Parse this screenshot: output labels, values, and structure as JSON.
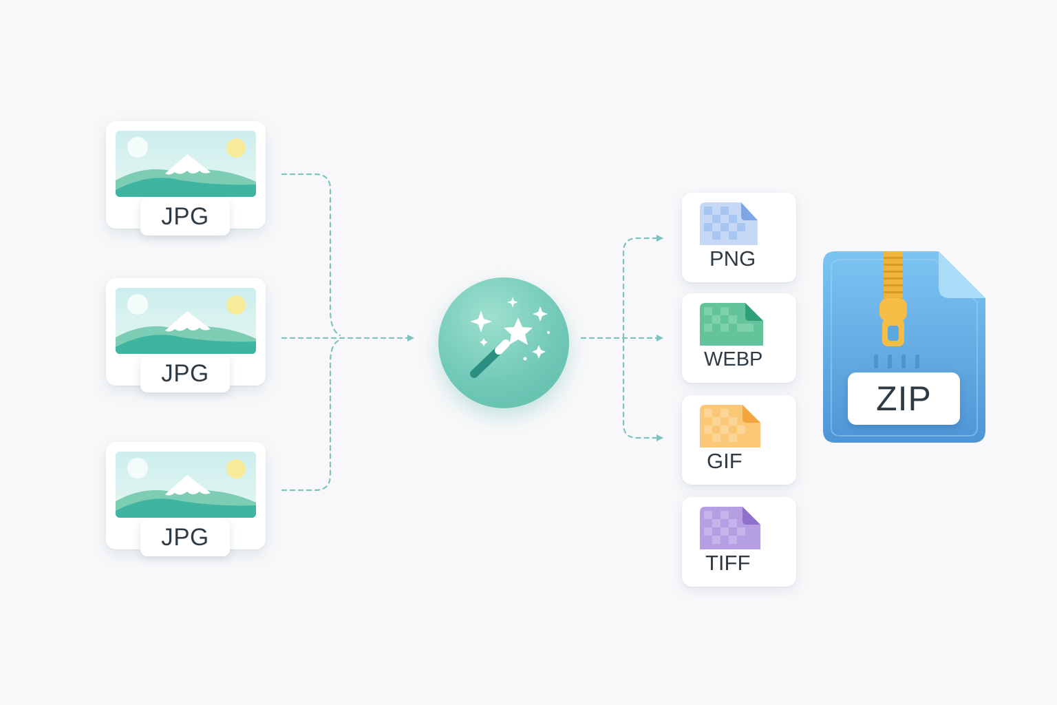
{
  "inputs": [
    {
      "format": "JPG"
    },
    {
      "format": "JPG"
    },
    {
      "format": "JPG"
    }
  ],
  "converter": {
    "icon": "magic-wand-icon"
  },
  "outputs": [
    {
      "format": "PNG",
      "color": "#8fb7ee"
    },
    {
      "format": "WEBP",
      "color": "#52b98e"
    },
    {
      "format": "GIF",
      "color": "#f7b85a"
    },
    {
      "format": "TIFF",
      "color": "#a98bd9"
    }
  ],
  "archive": {
    "label": "ZIP",
    "icon": "zipper-icon",
    "color": "#5ea8e0"
  },
  "colors": {
    "accent": "#6cc3b2",
    "connector": "#7cc3bd",
    "text": "#2e3a44"
  }
}
